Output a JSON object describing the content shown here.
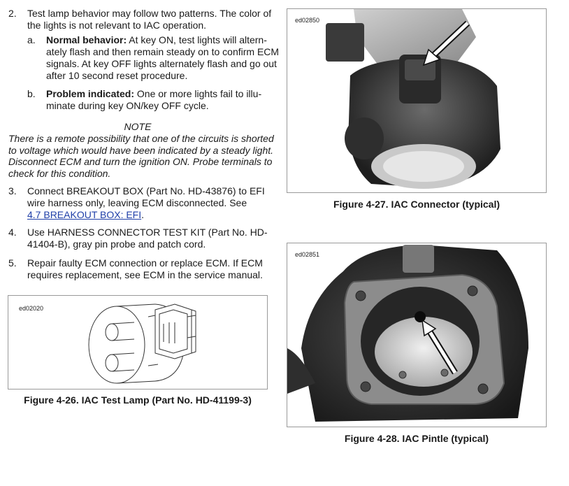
{
  "left_column": {
    "step2": {
      "number": "2.",
      "line1": "Test lamp behavior may follow two patterns. The color of",
      "line2": "the lights is not relevant to IAC operation.",
      "a": {
        "letter": "a.",
        "bold": "Normal behavior:",
        "line1_rest": " At key ON, test lights will altern-",
        "line2": "ately flash and then remain steady on to confirm ECM",
        "line3": "signals. At key OFF lights alternately flash and go out",
        "line4": "after 10 second reset procedure."
      },
      "b": {
        "letter": "b.",
        "bold": "Problem indicated:",
        "line1_rest": " One or more lights fail to illu-",
        "line2": "minate during key ON/key OFF cycle."
      }
    },
    "note": {
      "heading": "NOTE",
      "line1": "There is a remote possibility that one of the circuits is shorted",
      "line2": "to voltage which would have been indicated by a steady light.",
      "line3": "Disconnect ECM and turn the ignition ON. Probe terminals to",
      "line4": "check for this condition."
    },
    "step3": {
      "number": "3.",
      "line1": "Connect BREAKOUT BOX (Part No. HD-43876) to EFI",
      "line2": "wire harness only, leaving ECM disconnected. See",
      "link": "4.7 BREAKOUT BOX: EFI",
      "after_link": "."
    },
    "step4": {
      "number": "4.",
      "line1": "Use HARNESS CONNECTOR TEST KIT (Part No. HD-",
      "line2": "41404-B), gray pin probe and patch cord."
    },
    "step5": {
      "number": "5.",
      "line1": "Repair faulty ECM connection or replace ECM. If ECM",
      "line2": "requires replacement, see ECM in the service manual."
    },
    "figure_26": {
      "tag": "ed02020",
      "caption": "Figure 4-26. IAC Test Lamp (Part No. HD-41199-3)"
    }
  },
  "right_column": {
    "figure_27": {
      "tag": "ed02850",
      "caption": "Figure 4-27. IAC Connector (typical)"
    },
    "figure_28": {
      "tag": "ed02851",
      "caption": "Figure 4-28. IAC Pintle (typical)"
    }
  }
}
